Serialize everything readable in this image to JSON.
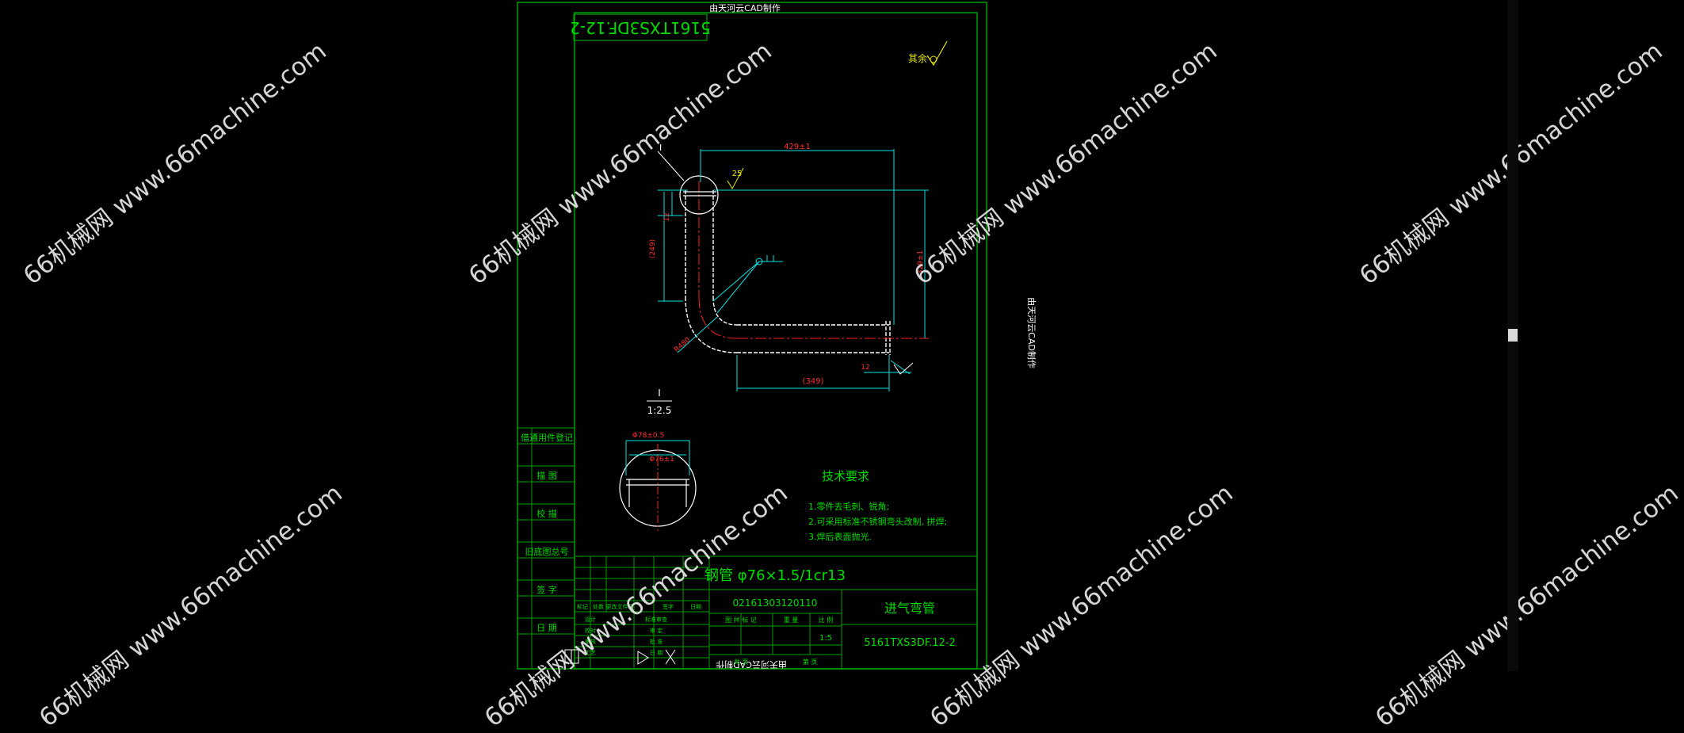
{
  "drawing": {
    "credit_top": "由天河云CAD制作",
    "credit_bottom": "由天河云CAD制作",
    "credit_right": "由天河云CAD制作",
    "code_box_mirrored": "5161TXS3DF.12-2",
    "surface_finish_rest": "其余",
    "dimensions": {
      "length_top": "429±1",
      "roughness_top": "25",
      "dim_12_left": "12",
      "dim_249": "(249)",
      "dim_329": "329±1",
      "radius": "R480",
      "dim_12_bottom": "12",
      "dim_349": "(349)",
      "label_I": "I",
      "section_I": "I",
      "section_scale": "1:2.5",
      "diameter_outer": "Φ78±0.5",
      "diameter_inner": "Φ76±1"
    },
    "tech_req": {
      "title": "技术要求",
      "items": [
        "1.零件去毛刺、锐角;",
        "2.可采用标准不锈钢弯头改制, 拼焊;",
        "3.焊后表面抛光."
      ]
    },
    "side_labels": [
      "借通用件登记",
      "描  图",
      "校  描",
      "旧底图总号",
      "签  字",
      "日  期"
    ],
    "title_block": {
      "material": "钢管 φ76×1.5/1cr13",
      "part_number": "02161303120110",
      "part_name": "进气弯管",
      "drawing_code": "5161TXS3DF.12-2",
      "scale_value": "1:5",
      "col_labels": [
        "标记",
        "处数",
        "更改文件号",
        "签字",
        "日期"
      ],
      "row_labels": [
        "设计",
        "校对",
        "审核",
        "工艺"
      ],
      "row_labels_right": [
        "标准审查",
        "审 定",
        "批 准",
        "日 期"
      ],
      "stage_label": "图 样 标 记",
      "weight_label": "重 量",
      "scale_label": "比 例",
      "sheets_label": "共  页",
      "sheet_label": "第  页"
    }
  },
  "watermarks": [
    "66机械网 www.66machine.com",
    "66机械网 www.66machine.com",
    "66机械网 www.66machine.com",
    "66机械网 www.66machine.com",
    "66机械网 www.66machine.com",
    "66机械网 www.66machine.com",
    "66机械网 www.66machine.com",
    "66机械网 www.66machine.com"
  ],
  "colors": {
    "frame": "#00a000",
    "outline": "#ffffff",
    "dimension": "#00e5e5",
    "text_green": "#00dd00",
    "red_text": "#ff3030",
    "yellow": "#e6e600",
    "centerline": "#ff2020"
  }
}
